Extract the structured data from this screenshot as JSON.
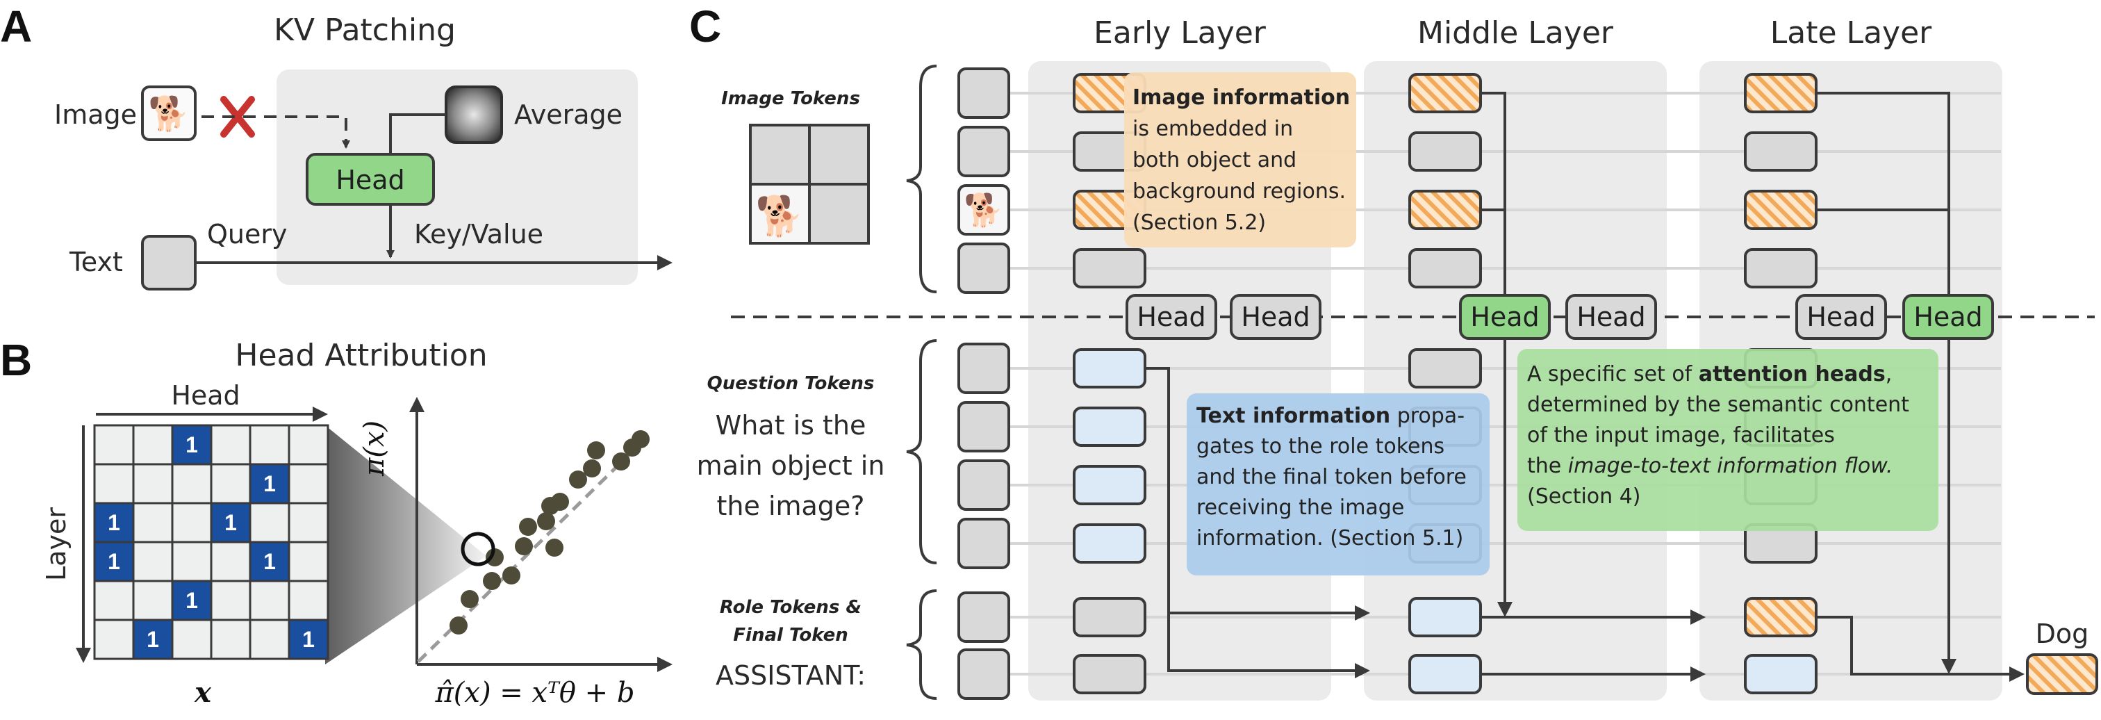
{
  "panels": {
    "a": {
      "letter": "A",
      "title": "KV Patching",
      "image_label": "Image",
      "average_label": "Average",
      "head_label": "Head",
      "query_label": "Query",
      "keyvalue_label": "Key/Value",
      "text_label": "Text"
    },
    "b": {
      "letter": "B",
      "title": "Head Attribution",
      "head_axis": "Head",
      "layer_axis": "Layer",
      "matrix_label": "x",
      "y_axis_label": "π(x)",
      "equation": "π̂(x) = xᵀθ + b",
      "cell_value": "1",
      "grid": {
        "rows": 6,
        "cols": 6,
        "ones": [
          [
            0,
            2
          ],
          [
            1,
            4
          ],
          [
            2,
            0
          ],
          [
            2,
            3
          ],
          [
            3,
            0
          ],
          [
            3,
            4
          ],
          [
            4,
            2
          ],
          [
            5,
            1
          ],
          [
            5,
            5
          ]
        ]
      },
      "colors": {
        "active_cell": "#1a4fa0",
        "cell": "#eef0f0",
        "point": "#4e4c38"
      }
    },
    "c": {
      "letter": "C",
      "layers": [
        "Early Layer",
        "Middle Layer",
        "Late Layer"
      ],
      "image_tokens_label": "Image Tokens",
      "question_tokens_label": "Question Tokens",
      "question_text": [
        "What is the",
        "main object in",
        "the image?"
      ],
      "role_tokens_label": [
        "Role Tokens &",
        "Final Token"
      ],
      "assistant_label": "ASSISTANT:",
      "head_label": "Head",
      "output_label": "Dog",
      "notes": {
        "image": {
          "bold": "Image information",
          "lines": [
            "is embedded in",
            "both object and",
            "background regions.",
            "(Section 5.2)"
          ]
        },
        "text": {
          "bold": "Text information",
          "first_rest": " propa-",
          "lines": [
            "gates to the role tokens",
            "and the final token before",
            "receiving the image",
            "information. (Section 5.1)"
          ]
        },
        "heads": {
          "first_plain": "A specific set of ",
          "bold": "attention heads",
          "first_tail": ",",
          "line2": "determined by the semantic content",
          "line3": "of the input image, facilitates",
          "line4_plain": "the ",
          "line4_italic": "image-to-text information flow.",
          "line5": "(Section 4)"
        }
      },
      "colors": {
        "image_fill": "#fbd9b2",
        "image_stripe": "#f2a44a",
        "text_fill": "#dce9f7",
        "head_active": "#92d68a",
        "note_image": "#f9dcb8",
        "note_text": "#a9cbeb",
        "note_heads": "#a8dd9d"
      }
    }
  }
}
